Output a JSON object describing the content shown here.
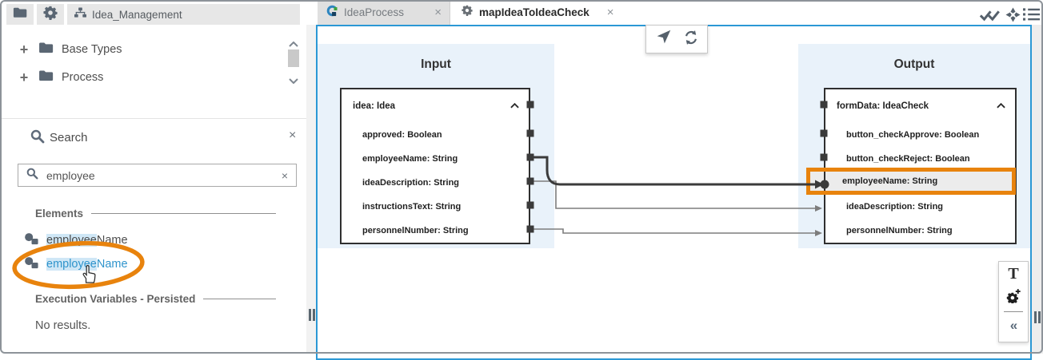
{
  "window": {
    "project": "Idea_Management"
  },
  "sidebar": {
    "tree": {
      "items": [
        {
          "label": "Base Types"
        },
        {
          "label": "Process"
        }
      ]
    },
    "search": {
      "title": "Search",
      "query": "employee",
      "elements_section": {
        "title": "Elements",
        "items": [
          {
            "match": "employee",
            "rest": "Name",
            "selected": false
          },
          {
            "match": "employee",
            "rest": "Name",
            "selected": true
          }
        ]
      },
      "exec_section": {
        "title": "Execution Variables - Persisted",
        "empty": "No results."
      }
    }
  },
  "tabs": [
    {
      "label": "IdeaProcess",
      "active": false
    },
    {
      "label": "mapIdeaToIdeaCheck",
      "active": true
    }
  ],
  "canvas": {
    "input": {
      "title": "Input",
      "node": {
        "header": "idea: Idea",
        "fields": [
          "approved: Boolean",
          "employeeName: String",
          "ideaDescription: String",
          "instructionsText: String",
          "personnelNumber: String"
        ]
      }
    },
    "output": {
      "title": "Output",
      "node": {
        "header": "formData: IdeaCheck",
        "fields": [
          "button_checkApprove: Boolean",
          "button_checkReject: Boolean",
          "employeeName: String",
          "ideaDescription: String",
          "personnelNumber: String"
        ],
        "highlighted_field": "employeeName: String"
      }
    }
  },
  "icons": {
    "plus": "+",
    "close": "×",
    "collapse": "«",
    "text_tool": "T"
  },
  "colors": {
    "annotation_orange": "#e8830d",
    "canvas_border": "#2b98d5",
    "match_highlight": "#cfe7f6",
    "selected_item_text": "#2f94cc",
    "panel_blue": "#e9f2fa"
  }
}
